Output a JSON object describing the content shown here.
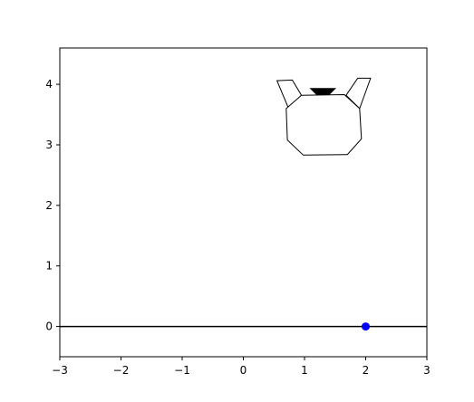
{
  "chart_data": {
    "type": "scatter",
    "title": "",
    "xlabel": "",
    "ylabel": "",
    "xlim": [
      -3,
      3
    ],
    "ylim": [
      -0.5,
      4.6
    ],
    "x_ticks": [
      -3,
      -2,
      -1,
      0,
      1,
      2,
      3
    ],
    "y_ticks": [
      0,
      1,
      2,
      3,
      4
    ],
    "x_tick_labels": [
      "−3",
      "−2",
      "−1",
      "0",
      "1",
      "2",
      "3"
    ],
    "y_tick_labels": [
      "0",
      "1",
      "2",
      "3",
      "4"
    ],
    "grid": false,
    "ground_line": {
      "y": 0,
      "color": "#000000"
    },
    "points": [
      {
        "x": 2.0,
        "y": 0.0,
        "color": "#0000ff"
      }
    ],
    "lander": {
      "body": [
        [
          0.7,
          3.6
        ],
        [
          0.95,
          3.82
        ],
        [
          1.65,
          3.83
        ],
        [
          1.9,
          3.6
        ],
        [
          1.93,
          3.1
        ],
        [
          1.7,
          2.84
        ],
        [
          0.98,
          2.83
        ],
        [
          0.72,
          3.08
        ]
      ],
      "left_leg": [
        [
          0.74,
          3.6
        ],
        [
          0.55,
          4.06
        ],
        [
          0.8,
          4.07
        ],
        [
          0.95,
          3.82
        ]
      ],
      "right_leg": [
        [
          1.68,
          3.82
        ],
        [
          1.87,
          4.1
        ],
        [
          2.08,
          4.1
        ],
        [
          1.9,
          3.6
        ]
      ],
      "nozzle": [
        [
          1.1,
          3.93
        ],
        [
          1.5,
          3.93
        ],
        [
          1.4,
          3.83
        ],
        [
          1.2,
          3.83
        ]
      ],
      "stroke_color": "#000000",
      "fill_color": "#ffffff",
      "nozzle_color": "#000000"
    }
  }
}
